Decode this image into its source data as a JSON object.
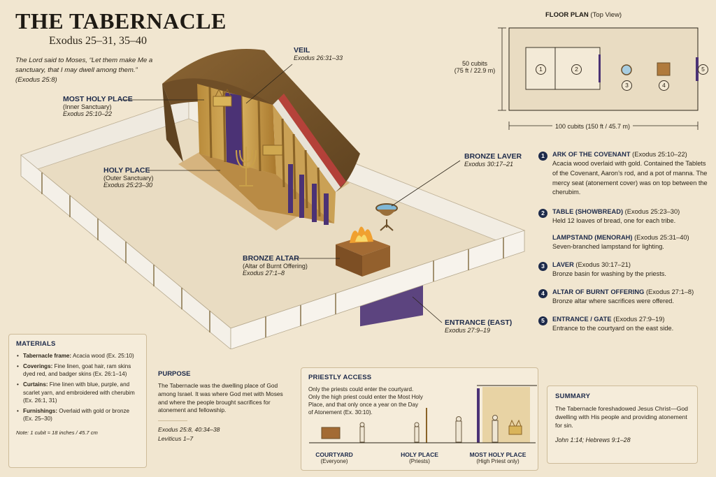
{
  "header": {
    "title": "THE TABERNACLE",
    "subtitle": "Exodus 25–31, 35–40",
    "quote": "The Lord said to Moses, “Let them make Me a sanctuary, that I may dwell among them.”",
    "quote_ref": "(Exodus 25:8)"
  },
  "labels": {
    "veil": {
      "name": "VEIL",
      "ref": "Exodus 26:31–33"
    },
    "most_holy": {
      "name": "MOST HOLY PLACE",
      "sub": "(Inner Sanctuary)",
      "ref": "Exodus 25:10–22"
    },
    "holy": {
      "name": "HOLY PLACE",
      "sub": "(Outer Sanctuary)",
      "ref": "Exodus 25:23–30"
    },
    "laver": {
      "name": "BRONZE LAVER",
      "ref": "Exodus 30:17–21"
    },
    "altar": {
      "name": "BRONZE ALTAR",
      "sub": "(Altar of Burnt Offering)",
      "ref": "Exodus 27:1–8"
    },
    "entrance": {
      "name": "ENTRANCE (EAST)",
      "ref": "Exodus 27:9–19"
    }
  },
  "floor_plan": {
    "title": "FLOOR PLAN",
    "title_sub": "(Top View)",
    "height_label": "50 cubits",
    "height_sub": "(75 ft / 22.9 m)",
    "width_label": "100 cubits (150 ft / 45.7 m)",
    "markers": [
      "1",
      "2",
      "3",
      "4",
      "5"
    ]
  },
  "legend": [
    {
      "num": "1",
      "name": "ARK OF THE COVENANT",
      "ref": "(Exodus 25:10–22)",
      "desc": "Acacia wood overlaid with gold. Contained the Tablets of the Covenant, Aaron’s rod, and a pot of manna. The mercy seat (atonement cover) was on top between the cherubim."
    },
    {
      "num": "2",
      "name": "TABLE (SHOWBREAD)",
      "ref": "(Exodus 25:23–30)",
      "desc": "Held 12 loaves of bread, one for each tribe."
    },
    {
      "num": "",
      "name": "LAMPSTAND (MENORAH)",
      "ref": "(Exodus 25:31–40)",
      "desc": "Seven-branched lampstand for lighting."
    },
    {
      "num": "3",
      "name": "LAVER",
      "ref": "(Exodus 30:17–21)",
      "desc": "Bronze basin for washing by the priests."
    },
    {
      "num": "4",
      "name": "ALTAR OF BURNT OFFERING",
      "ref": "(Exodus 27:1–8)",
      "desc": "Bronze altar where sacrifices were offered."
    },
    {
      "num": "5",
      "name": "ENTRANCE / GATE",
      "ref": "(Exodus 27:9–19)",
      "desc": "Entrance to the courtyard on the east side."
    }
  ],
  "materials": {
    "title": "MATERIALS",
    "items": [
      {
        "label": "Tabernacle frame:",
        "text": "Acacia wood (Ex. 25:10)"
      },
      {
        "label": "Coverings:",
        "text": "Fine linen, goat hair, ram skins dyed red, and badger skins (Ex. 26:1–14)"
      },
      {
        "label": "Curtains:",
        "text": "Fine linen with blue, purple, and scarlet yarn, and embroidered with cherubim (Ex. 26:1, 31)"
      },
      {
        "label": "Furnishings:",
        "text": "Overlaid with gold or bronze (Ex. 25–30)"
      }
    ],
    "note": "Note: 1 cubit ≈ 18 inches / 45.7 cm"
  },
  "purpose": {
    "title": "PURPOSE",
    "text": "The Tabernacle was the dwelling place of God among Israel. It was where God met with Moses and where the people brought sacrifices for atonement and fellowship.",
    "ref1": "Exodus 25:8, 40:34–38",
    "ref2": "Leviticus 1–7"
  },
  "priestly": {
    "title": "PRIESTLY ACCESS",
    "text": "Only the priests could enter the courtyard. Only the high priest could enter the Most Holy Place, and that only once a year on the Day of Atonement (Ex. 30:10).",
    "zones": [
      {
        "name": "COURTYARD",
        "sub": "(Everyone)"
      },
      {
        "name": "HOLY PLACE",
        "sub": "(Priests)"
      },
      {
        "name": "MOST HOLY PLACE",
        "sub": "(High Priest only)"
      }
    ]
  },
  "summary": {
    "title": "SUMMARY",
    "text": "The Tabernacle foreshadowed Jesus Christ—God dwelling with His people and providing atonement for sin.",
    "ref": "John 1:14; Hebrews 9:1–28"
  },
  "colors": {
    "navy": "#1d2a4a",
    "parchment": "#f1e6d0",
    "gold": "#c9a04a",
    "purple": "#4b3275",
    "linen": "#ece7dc"
  }
}
